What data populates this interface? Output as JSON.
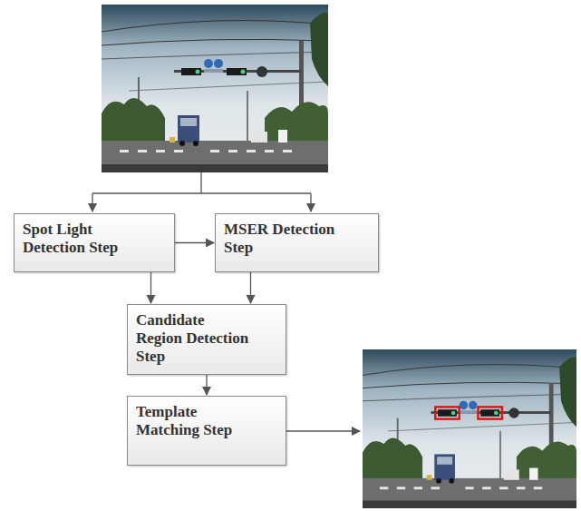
{
  "diagram": {
    "nodes": [
      {
        "text": [
          "Spot Light Detection Step"
        ]
      },
      {
        "text": [
          "MSER Detection Step"
        ]
      },
      {
        "text": [
          "Candidate Region Detection Step"
        ]
      },
      {
        "text": [
          "Template Matching Step"
        ]
      }
    ],
    "edges": [
      {
        "from": 0,
        "to": 1,
        "arrow": "to"
      },
      {
        "from": 0,
        "to": 2,
        "arrow": "to"
      },
      {
        "from": 1,
        "to": 2,
        "arrow": "to"
      },
      {
        "from": 2,
        "to": 3,
        "arrow": "to"
      }
    ]
  }
}
